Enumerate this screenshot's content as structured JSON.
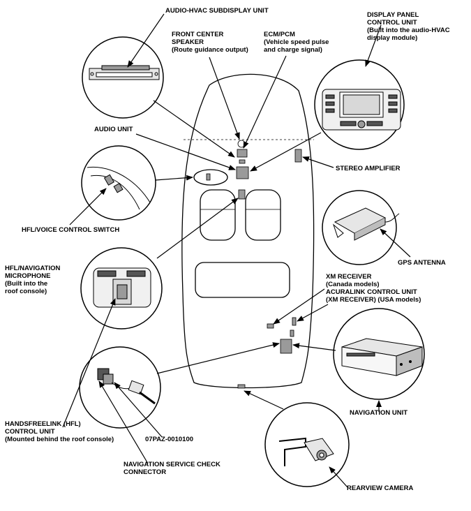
{
  "labels": {
    "subdisplay": "AUDIO-HVAC SUBDISPLAY UNIT",
    "display_panel": [
      "DISPLAY PANEL",
      "CONTROL UNIT",
      "(Built into the audio-HVAC",
      "display module)"
    ],
    "front_speaker": [
      "FRONT CENTER",
      "SPEAKER",
      "(Route guidance output)"
    ],
    "ecm": [
      "ECM/PCM",
      "(Vehicle speed pulse",
      "and charge signal)"
    ],
    "audio_unit": "AUDIO UNIT",
    "stereo_amp": "STEREO AMPLIFIER",
    "hfl_voice_switch": "HFL/VOICE CONTROL SWITCH",
    "gps_antenna": "GPS ANTENNA",
    "hfl_mic": [
      "HFL/NAVIGATION",
      "MICROPHONE",
      "(Built into the",
      "roof console)"
    ],
    "xm_receiver": [
      "XM RECEIVER",
      "(Canada models)",
      "ACURALINK CONTROL UNIT",
      "(XM RECEIVER) (USA models)"
    ],
    "navigation_unit": "NAVIGATION UNIT",
    "hfl_control": [
      "HANDSFREELINK (HFL)",
      "CONTROL UNIT",
      "(Mounted behind the roof console)"
    ],
    "part_number": "07PAZ-0010100",
    "nav_check": [
      "NAVIGATION SERVICE CHECK",
      "CONNECTOR"
    ],
    "rearview_camera": "REARVIEW CAMERA"
  }
}
